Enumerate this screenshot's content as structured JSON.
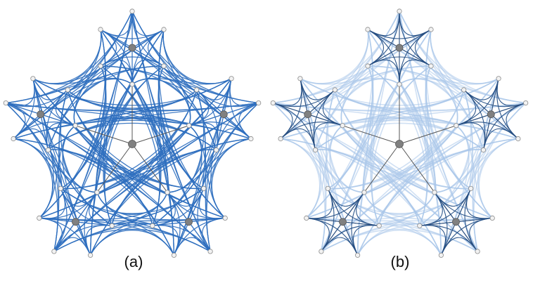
{
  "panels": [
    {
      "id": "a",
      "caption": "(a)",
      "style": "bundled-solid"
    },
    {
      "id": "b",
      "caption": "(b)",
      "style": "bundled-faded"
    }
  ],
  "colors": {
    "edge": "#2f6fbf",
    "edge_faded": "#a9c6ea",
    "spoke": "#555555",
    "hub_node": "#808080",
    "leaf_node": "#f2f2f2",
    "node_stroke": "#8a8a8a"
  },
  "graph": {
    "clusters": 5,
    "leaves_per_cluster": 6,
    "center_node": true
  }
}
